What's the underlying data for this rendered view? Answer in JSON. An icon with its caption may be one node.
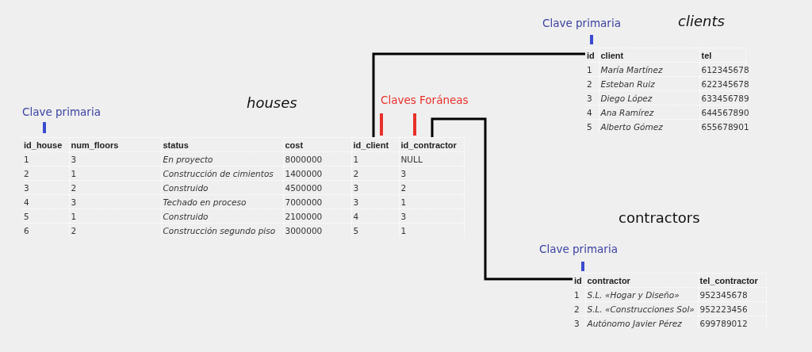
{
  "diagram": {
    "nodes": [
      {
        "text": [
          "houses",
          "id_house",
          "num_floors",
          "status",
          "cost",
          "id_client",
          "id_contractor",
          "1",
          "3",
          "En proyecto",
          "8000000",
          "1",
          "NULL",
          "2",
          "1",
          "Construcción de cimientos",
          "1400000",
          "2",
          "3",
          "3",
          "2",
          "Construido",
          "4500000",
          "3",
          "2",
          "4",
          "3",
          "Techado en proceso",
          "7000000",
          "3",
          "1",
          "5",
          "1",
          "Construido",
          "2100000",
          "4",
          "3",
          "6",
          "2",
          "Construcción segundo piso",
          "3000000",
          "5",
          "1"
        ]
      },
      {
        "text": [
          "clients",
          "id",
          "client",
          "tel",
          "1",
          "María Martínez",
          "612345678",
          "2",
          "Esteban Ruiz",
          "622345678",
          "3",
          "Diego López",
          "633456789",
          "4",
          "Ana Ramírez",
          "644567890",
          "5",
          "Alberto Gómez",
          "655678901"
        ]
      },
      {
        "text": [
          "contractors",
          "id",
          "contractor",
          "tel_contractor",
          "1",
          "S.L. «Hogar y Diseño»",
          "952345678",
          "2",
          "S.L. «Construcciones Sol»",
          "952223456",
          "3",
          "Autónomo Javier Pérez",
          "699789012"
        ]
      }
    ],
    "edges": [
      {
        "from": 0,
        "to": 1,
        "arrow": "none"
      },
      {
        "from": 0,
        "to": 2,
        "arrow": "none"
      }
    ],
    "labels": [
      "Clave primaria",
      "Claves Foráneas",
      "Clave primaria",
      "Clave primaria"
    ]
  }
}
